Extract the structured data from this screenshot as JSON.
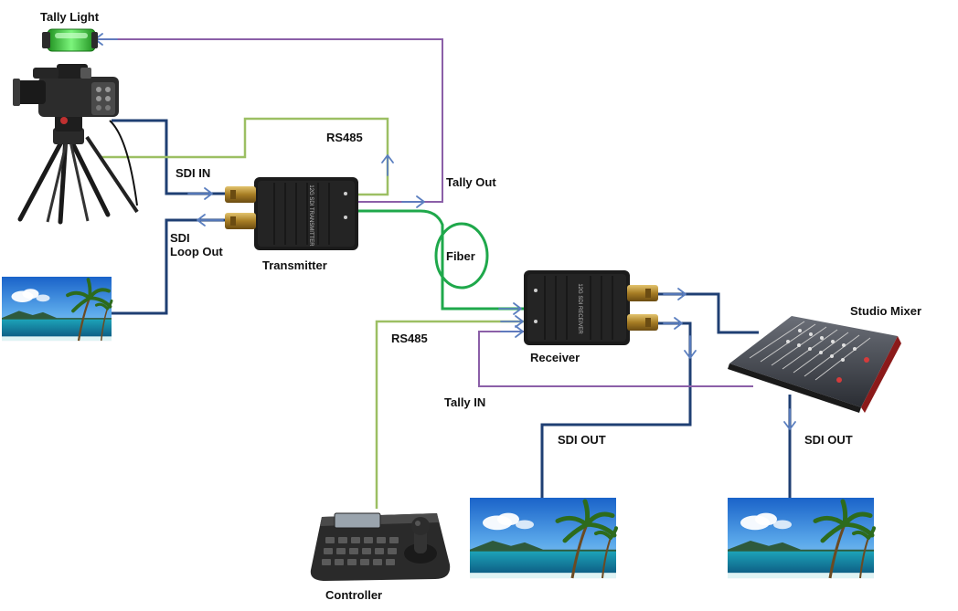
{
  "labels": {
    "tally_light": "Tally Light",
    "sdi_in": "SDI IN",
    "sdi_loop_out_line1": "SDI",
    "sdi_loop_out_line2": "Loop Out",
    "rs485_top": "RS485",
    "tally_out": "Tally Out",
    "transmitter": "Transmitter",
    "fiber": "Fiber",
    "rs485_bottom": "RS485",
    "receiver": "Receiver",
    "studio_mixer": "Studio Mixer",
    "tally_in": "Tally IN",
    "sdi_out_left": "SDI OUT",
    "sdi_out_right": "SDI OUT",
    "controller": "Controller"
  },
  "device_text": {
    "transmitter_panel": "12G SDI TRANSMITTER",
    "receiver_panel": "12G SDI RECEIVER"
  },
  "colors": {
    "sdi_line": "#1f3f73",
    "rs485_line": "#9cbf63",
    "tally_line": "#8b5fa8",
    "fiber_line": "#1fa84b",
    "arrow": "#5b7fc0",
    "device_body": "#1b1b1b",
    "tally_green": "#3cd23c"
  },
  "icons": {
    "camera": "broadcast-camera-icon",
    "tally": "tally-light-icon",
    "monitor": "monitor-landscape-icon",
    "mixer": "audio-mixer-icon",
    "controller": "ptz-controller-icon"
  }
}
